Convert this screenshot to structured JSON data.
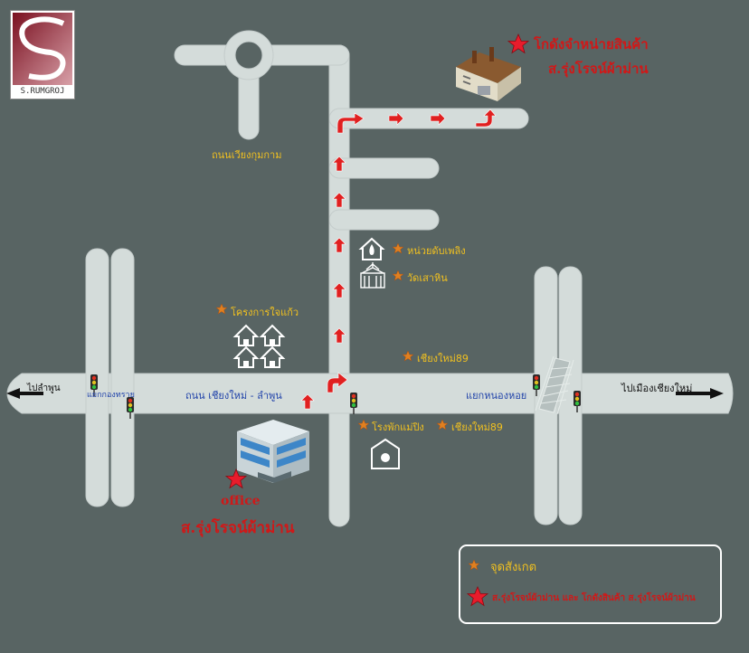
{
  "logo": {
    "text": "S.RUMGROJ"
  },
  "landmarks": {
    "warehouse": {
      "line1": "โกดังจำหน่ายสินค้า",
      "line2": "ส.รุ่งโรจน์ผ้าม่าน"
    },
    "office": {
      "line1": "office",
      "line2": "ส.รุ่งโรจน์ผ้าม่าน"
    },
    "fire_station": "หน่วยดับเพลิง",
    "temple": "วัดเสาหิน",
    "housing_project": "โครงการใจแก้ว",
    "chiangmai89_north": "เชียงใหม่89",
    "chiangmai89_south": "เชียงใหม่89",
    "maeping_police": "โรงพักแม่ปิง"
  },
  "roads": {
    "ring_road": "ถนนเวียงกุมกาม",
    "main_road": "ถนน เชียงใหม่ - ลำพูน",
    "to_lamphun": "ไปลำพูน",
    "to_chiangmai": "ไปเมืองเชียงใหม่",
    "west_junction": "แยกกองทราย",
    "east_junction": "แยกหนองหอย"
  },
  "legend": {
    "landmark_label": "จุดสังเกต",
    "shop_label": "ส.รุ่งโรจน์ผ้าม่าน และ โกดังสินค้า ส.รุ่งโรจน์ผ้าม่าน"
  },
  "icons": {
    "landmark": "orange-star-icon",
    "shop": "red-star-icon",
    "traffic": "traffic-light-icon",
    "direction": "red-arrow-icon"
  },
  "colors": {
    "background": "#586463",
    "road": "#d4dcda",
    "accent_red": "#d01818",
    "landmark_label": "#f0c020",
    "road_label": "#2244aa"
  }
}
